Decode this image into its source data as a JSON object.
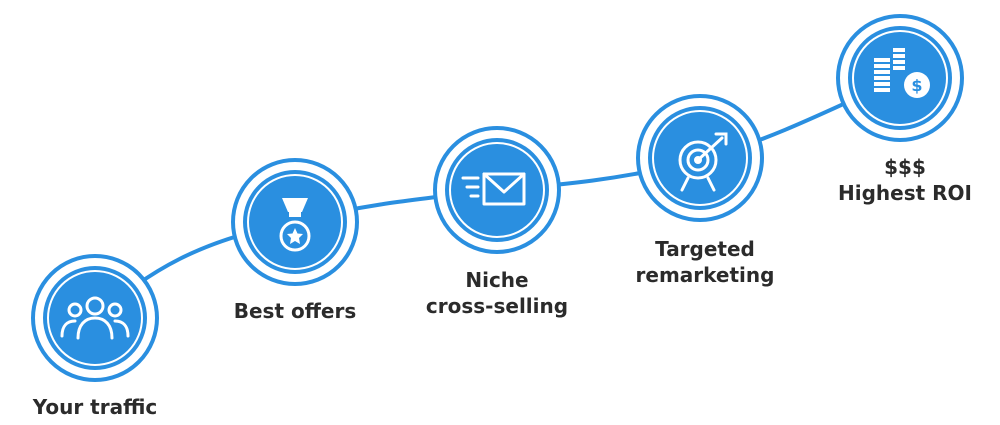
{
  "colors": {
    "primary": "#2a8fe0",
    "ring_inner": "#ffffff",
    "text": "#2b2b2b"
  },
  "steps": [
    {
      "id": "traffic",
      "icon": "users-group-icon",
      "lines": [
        "Your traffic"
      ]
    },
    {
      "id": "offers",
      "icon": "medal-icon",
      "lines": [
        "Best offers"
      ]
    },
    {
      "id": "cross-selling",
      "icon": "email-fast-icon",
      "lines": [
        "Niche",
        "cross-selling"
      ]
    },
    {
      "id": "remarketing",
      "icon": "target-arrow-icon",
      "lines": [
        "Targeted",
        "remarketing"
      ]
    },
    {
      "id": "roi",
      "icon": "coins-dollar-icon",
      "lines": [
        "$$$",
        "Highest ROI"
      ]
    }
  ]
}
